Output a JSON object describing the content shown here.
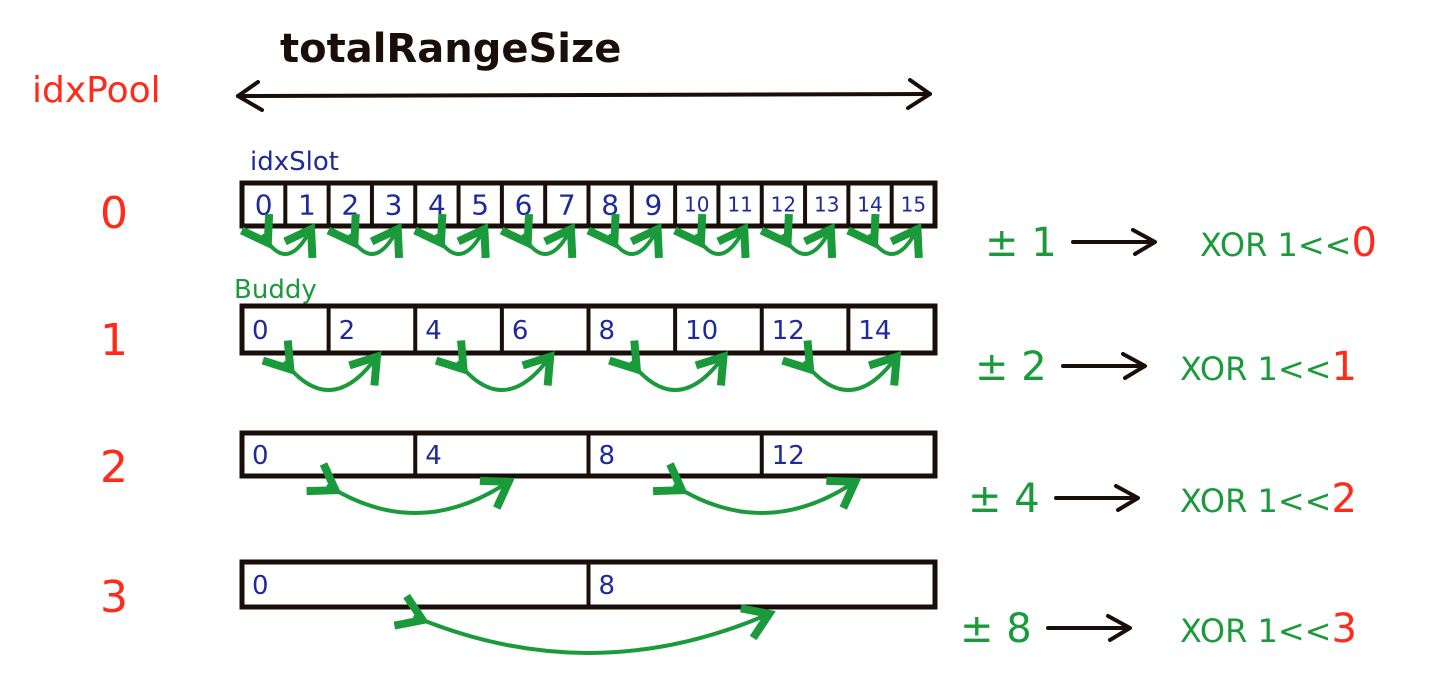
{
  "title": "totalRangeSize",
  "pool_axis_label": "idxPool",
  "slot_label": "idxSlot",
  "buddy_label": "Buddy",
  "total_slots": 16,
  "colors": {
    "pool": "#ff2a1a",
    "slot_index": "#1f2a9a",
    "buddy": "#1a9a3a",
    "ink": "#1a0e08"
  },
  "pools": [
    {
      "idx": "0",
      "slots": [
        "0",
        "1",
        "2",
        "3",
        "4",
        "5",
        "6",
        "7",
        "8",
        "9",
        "10",
        "11",
        "12",
        "13",
        "14",
        "15"
      ],
      "delta": "± 1",
      "xor_prefix": "XOR 1<<",
      "xor_shift": "0"
    },
    {
      "idx": "1",
      "slots": [
        "0",
        "2",
        "4",
        "6",
        "8",
        "10",
        "12",
        "14"
      ],
      "delta": "± 2",
      "xor_prefix": "XOR 1<<",
      "xor_shift": "1"
    },
    {
      "idx": "2",
      "slots": [
        "0",
        "4",
        "8",
        "12"
      ],
      "delta": "± 4",
      "xor_prefix": "XOR 1<<",
      "xor_shift": "2"
    },
    {
      "idx": "3",
      "slots": [
        "0",
        "8"
      ],
      "delta": "± 8",
      "xor_prefix": "XOR 1<<",
      "xor_shift": "3"
    }
  ]
}
